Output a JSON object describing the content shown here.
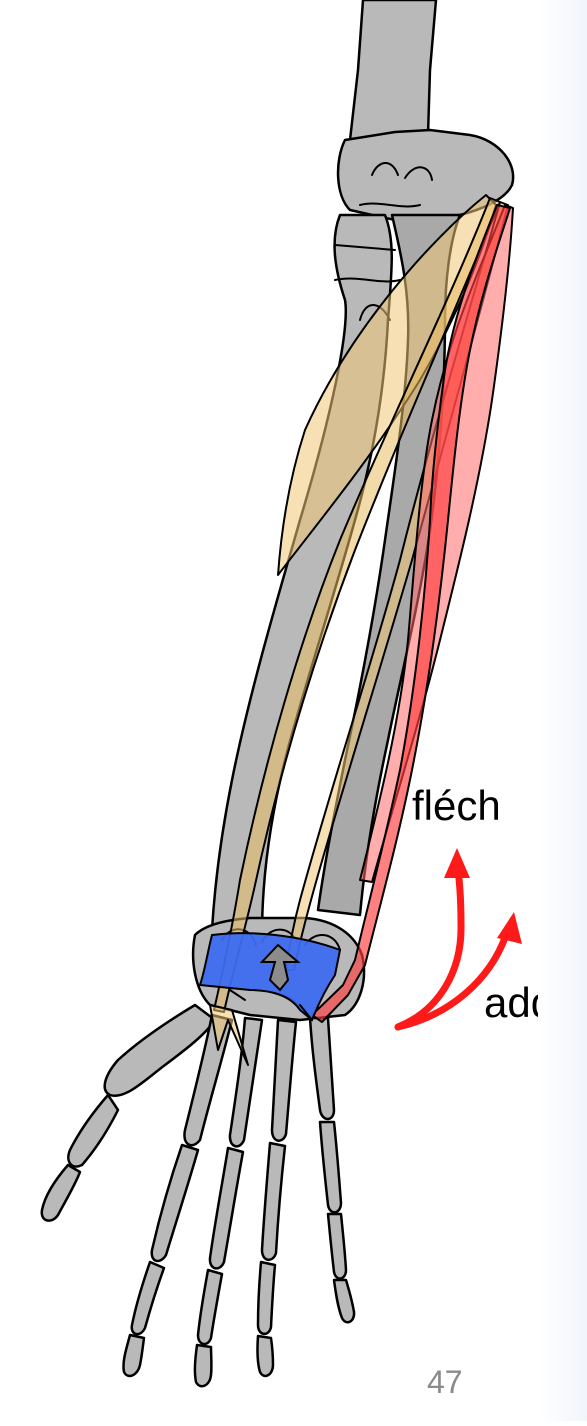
{
  "labels": {
    "flexion": "fléch",
    "adduction": "add",
    "page_number": "47"
  },
  "colors": {
    "bone": "#b9b9b9",
    "muscle_yellow": "#f1c777",
    "muscle_red": "#ff3c3c",
    "retinaculum_blue": "#3d6cf0",
    "arrow_red": "#ff1a1a"
  }
}
